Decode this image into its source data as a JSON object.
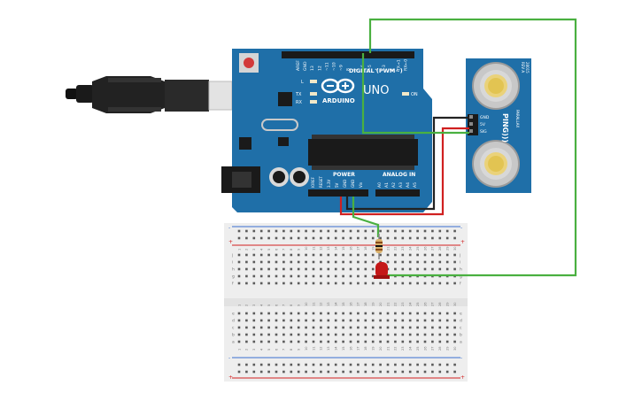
{
  "arduino": {
    "brand": "ARDUINO",
    "model": "UNO",
    "on_label": "ON",
    "l_label": "L",
    "tx_label": "TX",
    "rx_label": "RX",
    "digital_label": "DIGITAL (PWM~)",
    "power_label": "POWER",
    "analog_label": "ANALOG IN",
    "top_pins": [
      "AREF",
      "GND",
      "13",
      "12",
      "~11",
      "~10",
      "~9",
      "8",
      "7",
      "~6",
      "~5",
      "4",
      "~3",
      "2",
      "TX→1",
      "RX←0"
    ],
    "power_pins": [
      "IOREF",
      "RESET",
      "3.3V",
      "5V",
      "GND",
      "GND",
      "Vin"
    ],
    "analog_pins": [
      "A0",
      "A1",
      "A2",
      "A3",
      "A4",
      "A5"
    ],
    "board_color": "#1c6ea4"
  },
  "sensor": {
    "name": "PING)))",
    "pins": [
      "GND",
      "5V",
      "SIG"
    ],
    "small_text": "PARALLAX",
    "part_no": "28015",
    "rev": "REV A"
  },
  "breadboard": {
    "rows_top": [
      "j",
      "i",
      "h",
      "g",
      "f"
    ],
    "rows_bottom": [
      "e",
      "d",
      "c",
      "b",
      "a"
    ],
    "columns": [
      "1",
      "2",
      "3",
      "4",
      "5",
      "6",
      "7",
      "8",
      "9",
      "10",
      "11",
      "12",
      "13",
      "14",
      "15",
      "16",
      "17",
      "18",
      "19",
      "20",
      "21",
      "22",
      "23",
      "24",
      "25",
      "26",
      "27",
      "28",
      "29",
      "30"
    ],
    "rail_plus": "+",
    "rail_minus": "-"
  },
  "wire_colors": {
    "red": "#d02020",
    "black": "#222222",
    "green": "#4ab040"
  }
}
